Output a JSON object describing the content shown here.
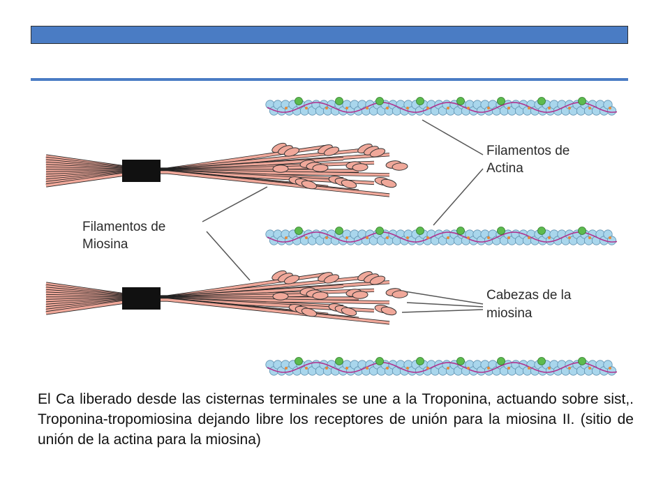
{
  "slide": {
    "title": "",
    "caption": "El Ca liberado desde las cisternas terminales se une a la Troponina, actuando sobre sist,. Troponina-tropomiosina dejando libre los receptores de unión para la miosina II. (sitio de unión de la actina para la miosina)"
  },
  "diagram": {
    "labels": {
      "actin_line1": "Filamentos de",
      "actin_line2": "Actina",
      "myosin_line1": "Filamentos de",
      "myosin_line2": "Miosina",
      "heads_line1": "Cabezas de la",
      "heads_line2": "miosina"
    },
    "colors": {
      "accent": "#4a7cc4",
      "myosin": "#f0a89a",
      "actin_bead": "#a9d6ec",
      "troponin": "#5dbb4e",
      "tropomyosin": "#b0338f"
    }
  }
}
